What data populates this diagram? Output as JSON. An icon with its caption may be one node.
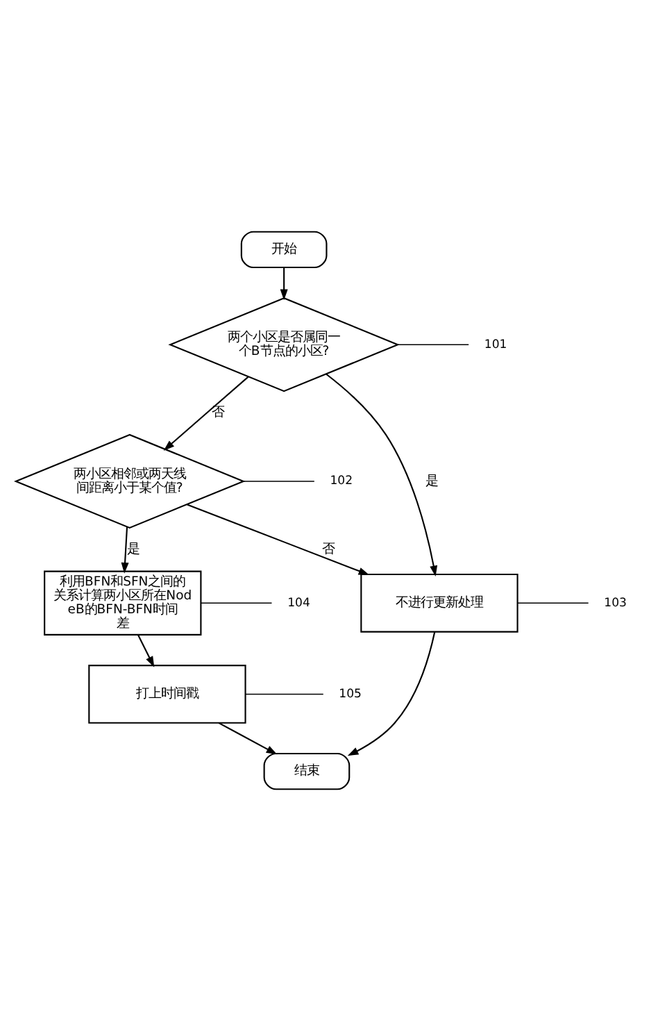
{
  "diagram": {
    "nodes": [
      {
        "text": [
          "开始"
        ]
      },
      {
        "text": [
          "两个小区是否属同一个B节点的小区?"
        ]
      },
      {
        "text": [
          "两小区相邻或两天线间距离小于某个值?"
        ]
      },
      {
        "text": [
          "不进行更新处理"
        ]
      },
      {
        "text": [
          "利用BFN和SFN之间的关系计算两小区所在NodeB的BFN-BFN时间差"
        ]
      },
      {
        "text": [
          "打上时间戳"
        ]
      },
      {
        "text": [
          "结束"
        ]
      },
      {
        "text": [
          "101"
        ]
      },
      {
        "text": [
          "102"
        ]
      },
      {
        "text": [
          "103"
        ]
      },
      {
        "text": [
          "104"
        ]
      },
      {
        "text": [
          "105"
        ]
      }
    ],
    "edges": [
      {
        "from": 0,
        "to": 1,
        "arrow": "to"
      },
      {
        "from": 1,
        "to": 3,
        "arrow": "to",
        "label": "是"
      },
      {
        "from": 1,
        "to": 2,
        "arrow": "to",
        "label": "否"
      },
      {
        "from": 2,
        "to": 3,
        "arrow": "to",
        "label": "否"
      },
      {
        "from": 2,
        "to": 4,
        "arrow": "to",
        "label": "是"
      },
      {
        "from": 4,
        "to": 5,
        "arrow": "to"
      },
      {
        "from": 5,
        "to": 6,
        "arrow": "to"
      },
      {
        "from": 3,
        "to": 6,
        "arrow": "to"
      },
      {
        "from": 7,
        "to": 1,
        "arrow": "none"
      },
      {
        "from": 8,
        "to": 2,
        "arrow": "none"
      },
      {
        "from": 9,
        "to": 3,
        "arrow": "none"
      },
      {
        "from": 10,
        "to": 4,
        "arrow": "none"
      },
      {
        "from": 11,
        "to": 5,
        "arrow": "none"
      }
    ]
  }
}
